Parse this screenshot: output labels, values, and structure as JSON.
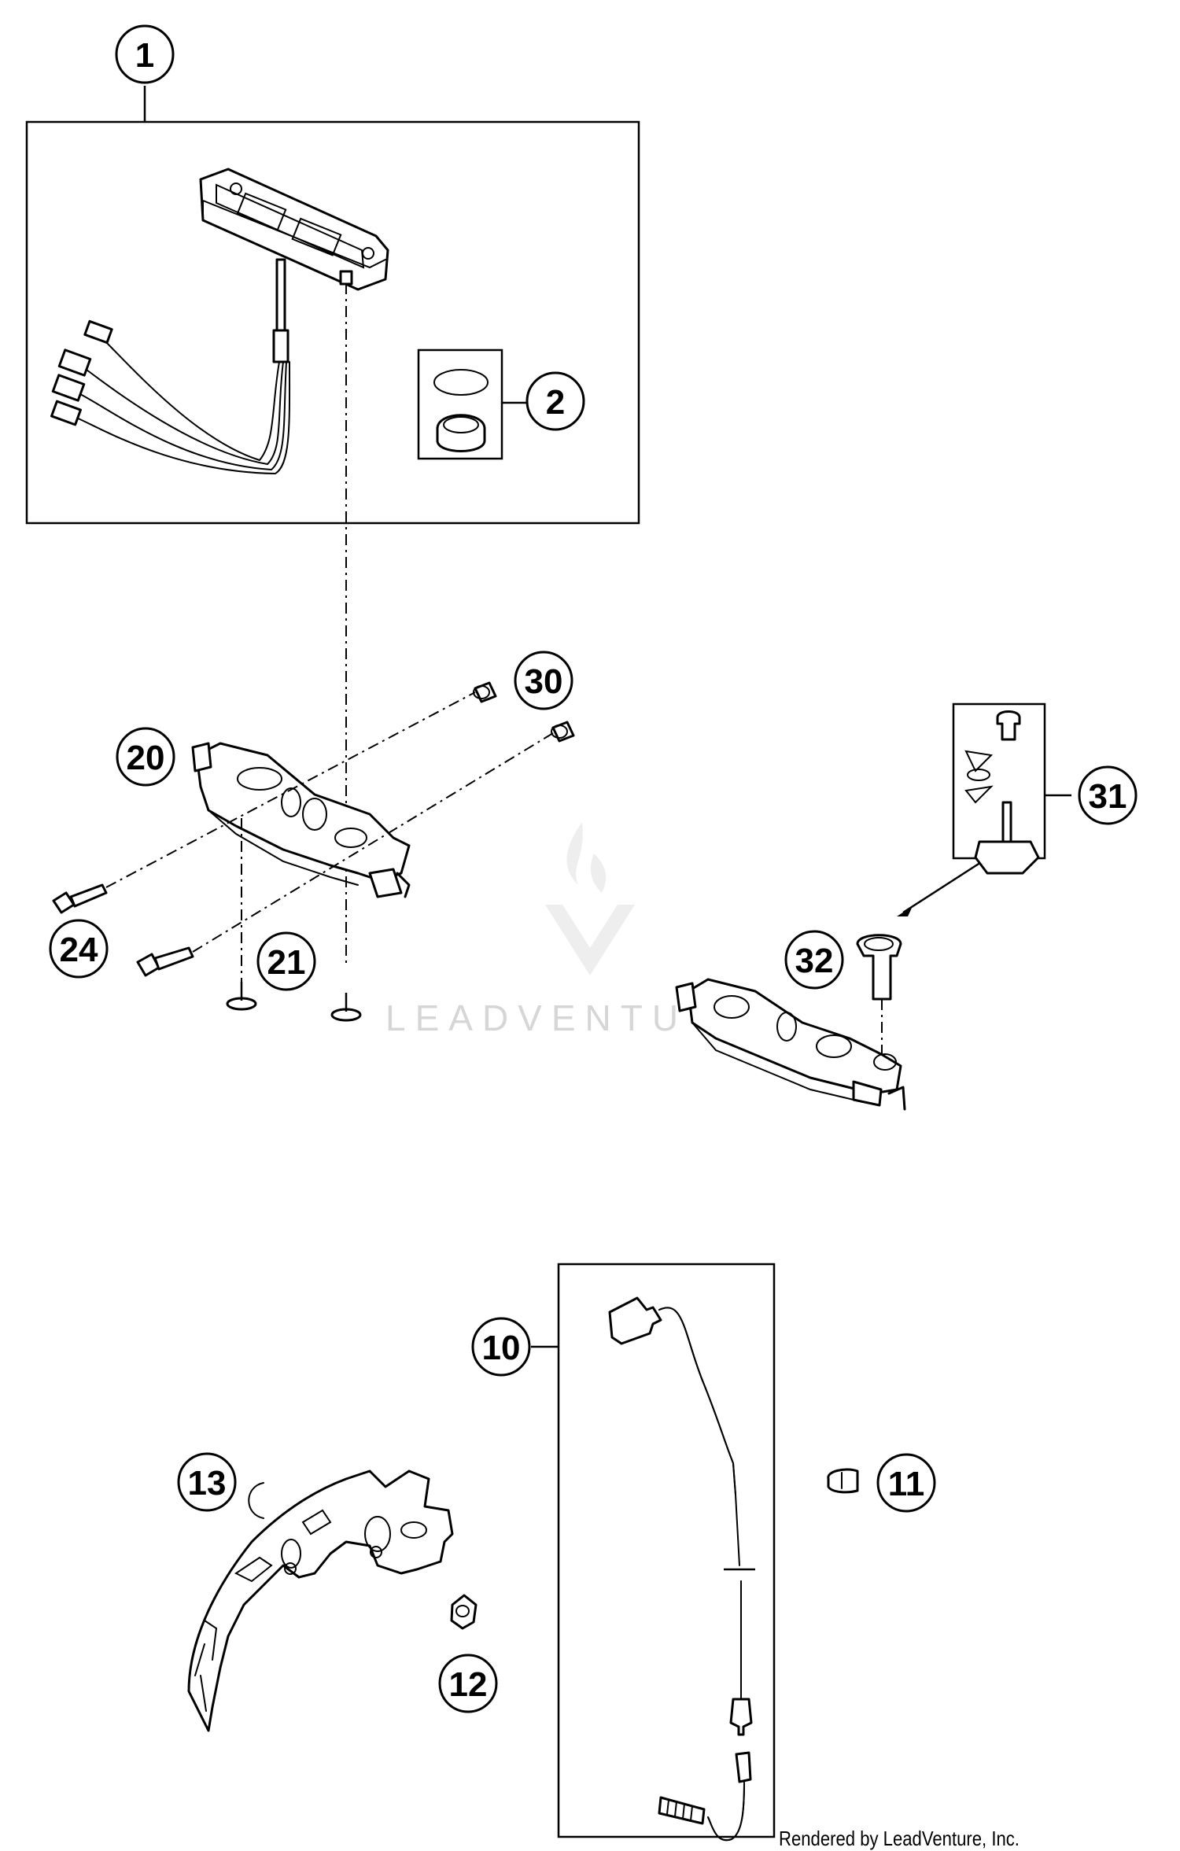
{
  "callouts": {
    "c1": "1",
    "c2": "2",
    "c10": "10",
    "c11": "11",
    "c12": "12",
    "c13": "13",
    "c20": "20",
    "c21": "21",
    "c24": "24",
    "c30": "30",
    "c31": "31",
    "c32": "32"
  },
  "watermark": "LEADVENTU",
  "credit": "Rendered by LeadVenture, Inc."
}
